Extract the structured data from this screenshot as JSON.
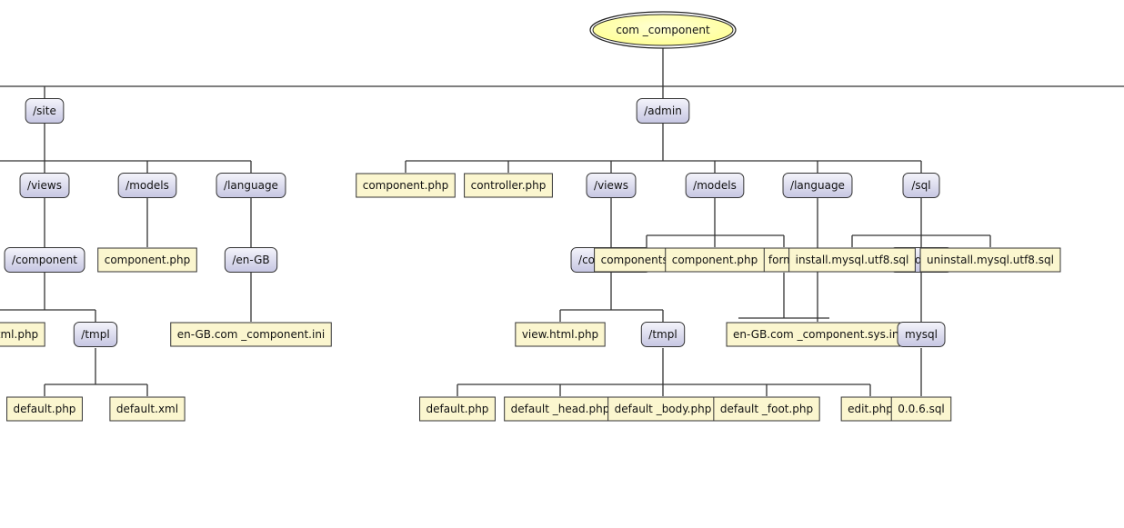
{
  "colors": {
    "root_fill": "#ffffa0",
    "dir_fill": "#dcdcf0",
    "file_fill": "#fbf6cf",
    "line": "#333333"
  },
  "root": {
    "label": "com _component"
  },
  "nodes": {
    "site": "/site",
    "admin": "/admin",
    "site_views": "/views",
    "site_models": "/models",
    "site_language": "/language",
    "site_component": "/component",
    "site_models_component_php": "component.php",
    "site_en_gb": "/en-GB",
    "site_view_html_php": "view.html.php",
    "site_tmpl": "/tmpl",
    "site_en_gb_ini": "en-GB.com _component.ini",
    "site_default_php": "default.php",
    "site_default_xml": "default.xml",
    "admin_component_php": "component.php",
    "admin_controller_php": "controller.php",
    "admin_views": "/views",
    "admin_models": "/models",
    "admin_language": "/language",
    "admin_sql": "/sql",
    "admin_views_component": "/component",
    "admin_models_components_php": "components.php",
    "admin_models_component_php": "component.php",
    "admin_models_forms": "forms",
    "admin_install_sql": "install.mysql.utf8.sql",
    "admin_updates": "/updates",
    "admin_uninstall_sql": "uninstall.mysql.utf8.sql",
    "admin_view_html_php": "view.html.php",
    "admin_tmpl": "/tmpl",
    "admin_en_gb_sys_ini": "en-GB.com _component.sys.ini",
    "admin_mysql": "mysql",
    "admin_default_php": "default.php",
    "admin_default_head_php": "default _head.php",
    "admin_default_body_php": "default _body.php",
    "admin_default_foot_php": "default _foot.php",
    "admin_edit_php": "edit.php",
    "admin_sql_version": "0.0.6.sql"
  }
}
